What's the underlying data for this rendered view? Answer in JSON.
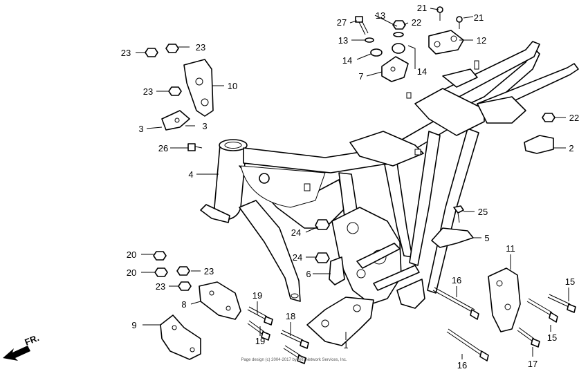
{
  "diagram": {
    "footer_text": "Page design (c) 2004-2017 by ARI Network Services, Inc.",
    "direction_label": "FR.",
    "callouts": [
      {
        "id": "c27",
        "text": "27"
      },
      {
        "id": "c13a",
        "text": "13"
      },
      {
        "id": "c22a",
        "text": "22"
      },
      {
        "id": "c21a",
        "text": "21"
      },
      {
        "id": "c21b",
        "text": "21"
      },
      {
        "id": "c12",
        "text": "12"
      },
      {
        "id": "c13b",
        "text": "13"
      },
      {
        "id": "c14a",
        "text": "14"
      },
      {
        "id": "c14b",
        "text": "14"
      },
      {
        "id": "c7",
        "text": "7"
      },
      {
        "id": "c23a",
        "text": "23"
      },
      {
        "id": "c23b",
        "text": "23"
      },
      {
        "id": "c10",
        "text": "10"
      },
      {
        "id": "c23c",
        "text": "23"
      },
      {
        "id": "c3a",
        "text": "3"
      },
      {
        "id": "c3b",
        "text": "3"
      },
      {
        "id": "c26",
        "text": "26"
      },
      {
        "id": "c22b",
        "text": "22"
      },
      {
        "id": "c2",
        "text": "2"
      },
      {
        "id": "c4",
        "text": "4"
      },
      {
        "id": "c25",
        "text": "25"
      },
      {
        "id": "c24a",
        "text": "24"
      },
      {
        "id": "c5",
        "text": "5"
      },
      {
        "id": "c24b",
        "text": "24"
      },
      {
        "id": "c20a",
        "text": "20"
      },
      {
        "id": "c6",
        "text": "6"
      },
      {
        "id": "c11",
        "text": "11"
      },
      {
        "id": "c20b",
        "text": "20"
      },
      {
        "id": "c23d",
        "text": "23"
      },
      {
        "id": "c23e",
        "text": "23"
      },
      {
        "id": "c16a",
        "text": "16"
      },
      {
        "id": "c15a",
        "text": "15"
      },
      {
        "id": "c19a",
        "text": "19"
      },
      {
        "id": "c8",
        "text": "8"
      },
      {
        "id": "c18",
        "text": "18"
      },
      {
        "id": "c9",
        "text": "9"
      },
      {
        "id": "c19b",
        "text": "19"
      },
      {
        "id": "c15b",
        "text": "15"
      },
      {
        "id": "c1",
        "text": "1"
      },
      {
        "id": "c16b",
        "text": "16"
      },
      {
        "id": "c17",
        "text": "17"
      }
    ]
  }
}
